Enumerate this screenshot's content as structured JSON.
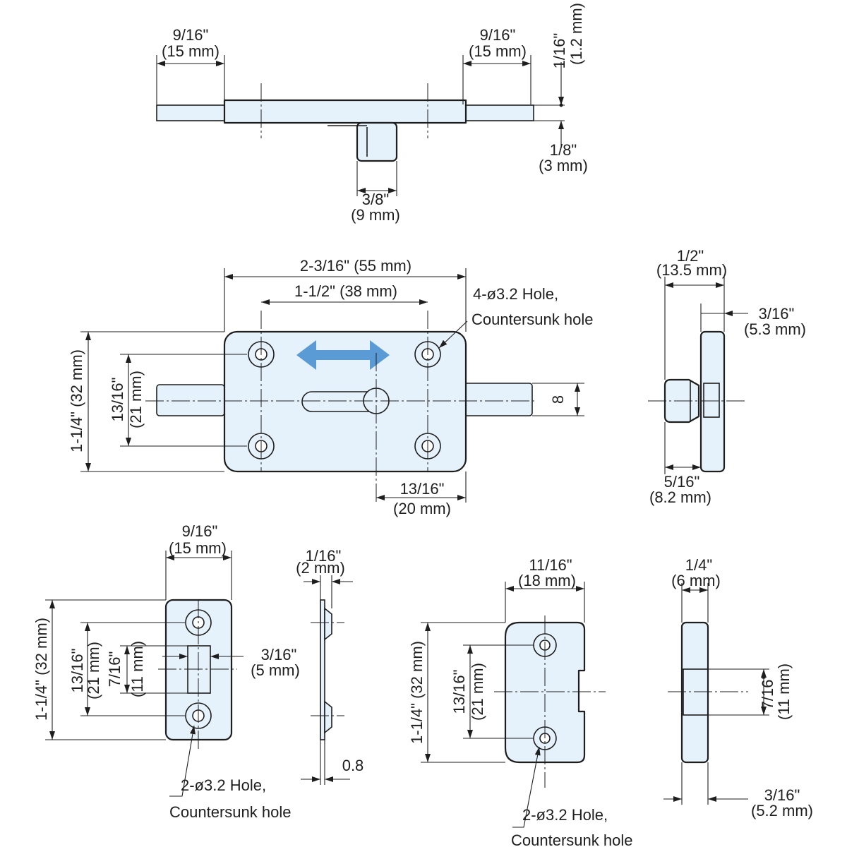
{
  "colors": {
    "part_fill": "#e6f2fb",
    "arrow": "#5b9bd5",
    "line": "#1e1e1e"
  },
  "top_view": {
    "left_width": [
      "9/16\"",
      "(15 mm)"
    ],
    "right_width": [
      "9/16\"",
      "(15 mm)"
    ],
    "thickness": [
      "1/16\"",
      "(1.2 mm)"
    ],
    "offset": [
      "1/8\"",
      "(3 mm)"
    ],
    "knob_width": [
      "3/8\"",
      "(9 mm)"
    ]
  },
  "front_view": {
    "overall_width": "2-3/16\" (55 mm)",
    "hole_pitch_x": "1-1/2\" (38 mm)",
    "hole_note": [
      "4-ø3.2 Hole,",
      "Countersunk hole"
    ],
    "overall_height": "1-1/4\" (32 mm)",
    "hole_pitch_y": [
      "13/16\"",
      "(21 mm)"
    ],
    "bolt_height": "8",
    "knob_offset": [
      "13/16\"",
      "(20 mm)"
    ]
  },
  "side_view": {
    "overall_depth": [
      "1/2\"",
      "(13.5 mm)"
    ],
    "plate_thickness": [
      "3/16\"",
      "(5.3 mm)"
    ],
    "knob_depth": [
      "5/16\"",
      "(8.2 mm)"
    ]
  },
  "strike_a": {
    "width": [
      "9/16\"",
      "(15 mm)"
    ],
    "height": "1-1/4\" (32 mm)",
    "hole_pitch": [
      "13/16\"",
      "(21 mm)"
    ],
    "slot_height": [
      "7/16\"",
      "(11 mm)"
    ],
    "slot_width": [
      "3/16\"",
      "(5 mm)"
    ],
    "hole_note": [
      "2-ø3.2 Hole,",
      "Countersunk hole"
    ]
  },
  "strike_a_side": {
    "depth": [
      "1/16\"",
      "(2 mm)"
    ],
    "sheet": "0.8"
  },
  "strike_b": {
    "width": [
      "11/16\"",
      "(18 mm)"
    ],
    "height": "1-1/4\" (32 mm)",
    "hole_pitch": [
      "13/16\"",
      "(21 mm)"
    ],
    "hole_note": [
      "2-ø3.2 Hole,",
      "Countersunk hole"
    ]
  },
  "strike_b_side": {
    "width": [
      "1/4\"",
      "(6 mm)"
    ],
    "slot_height": [
      "7/16\"",
      "(11 mm)"
    ],
    "depth": [
      "3/16\"",
      "(5.2 mm)"
    ]
  }
}
